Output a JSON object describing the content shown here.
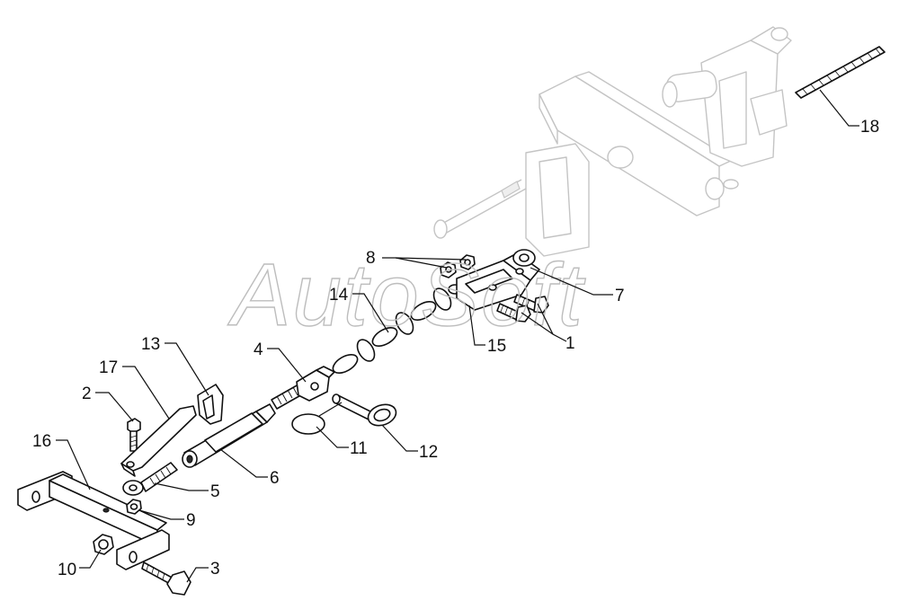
{
  "watermark": "AutoSoft",
  "callouts": [
    {
      "id": "c1",
      "label": "1"
    },
    {
      "id": "c2",
      "label": "2"
    },
    {
      "id": "c3",
      "label": "3"
    },
    {
      "id": "c4",
      "label": "4"
    },
    {
      "id": "c5",
      "label": "5"
    },
    {
      "id": "c6",
      "label": "6"
    },
    {
      "id": "c7",
      "label": "7"
    },
    {
      "id": "c8",
      "label": "8"
    },
    {
      "id": "c9",
      "label": "9"
    },
    {
      "id": "c10",
      "label": "10"
    },
    {
      "id": "c11",
      "label": "11"
    },
    {
      "id": "c12",
      "label": "12"
    },
    {
      "id": "c13",
      "label": "13"
    },
    {
      "id": "c14",
      "label": "14"
    },
    {
      "id": "c15",
      "label": "15"
    },
    {
      "id": "c16",
      "label": "16"
    },
    {
      "id": "c17",
      "label": "17"
    },
    {
      "id": "c18",
      "label": "18"
    }
  ],
  "colors": {
    "line": "#111111",
    "ghost": "#c4c4c4",
    "watermark": "#bdbdbd",
    "background": "#ffffff"
  }
}
